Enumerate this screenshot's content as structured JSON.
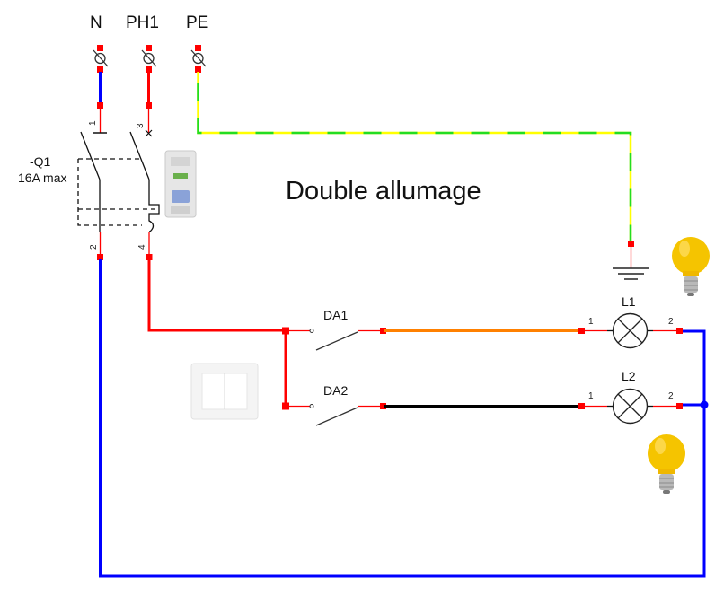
{
  "title": "Double allumage",
  "terminals": [
    {
      "label": "N",
      "wire_color": "#0000ff"
    },
    {
      "label": "PH1",
      "wire_color": "#ff0000"
    },
    {
      "label": "PE",
      "wire_color": "yellow-green"
    }
  ],
  "breaker": {
    "ref": "-Q1",
    "rating": "16A max",
    "pins": [
      "1",
      "3",
      "2",
      "4"
    ]
  },
  "switches": [
    {
      "ref": "DA1",
      "output_wire_color": "#ff8000"
    },
    {
      "ref": "DA2",
      "output_wire_color": "#000000"
    }
  ],
  "lamps": [
    {
      "ref": "L1",
      "pin_in": "1",
      "pin_out": "2"
    },
    {
      "ref": "L2",
      "pin_in": "1",
      "pin_out": "2"
    }
  ],
  "colors": {
    "neutral": "#0000ff",
    "phase": "#ff0000",
    "earth_yellow": "#ffff00",
    "earth_green": "#22dd22",
    "connection_point": "#ff0000",
    "bulb": "#f5c400"
  }
}
